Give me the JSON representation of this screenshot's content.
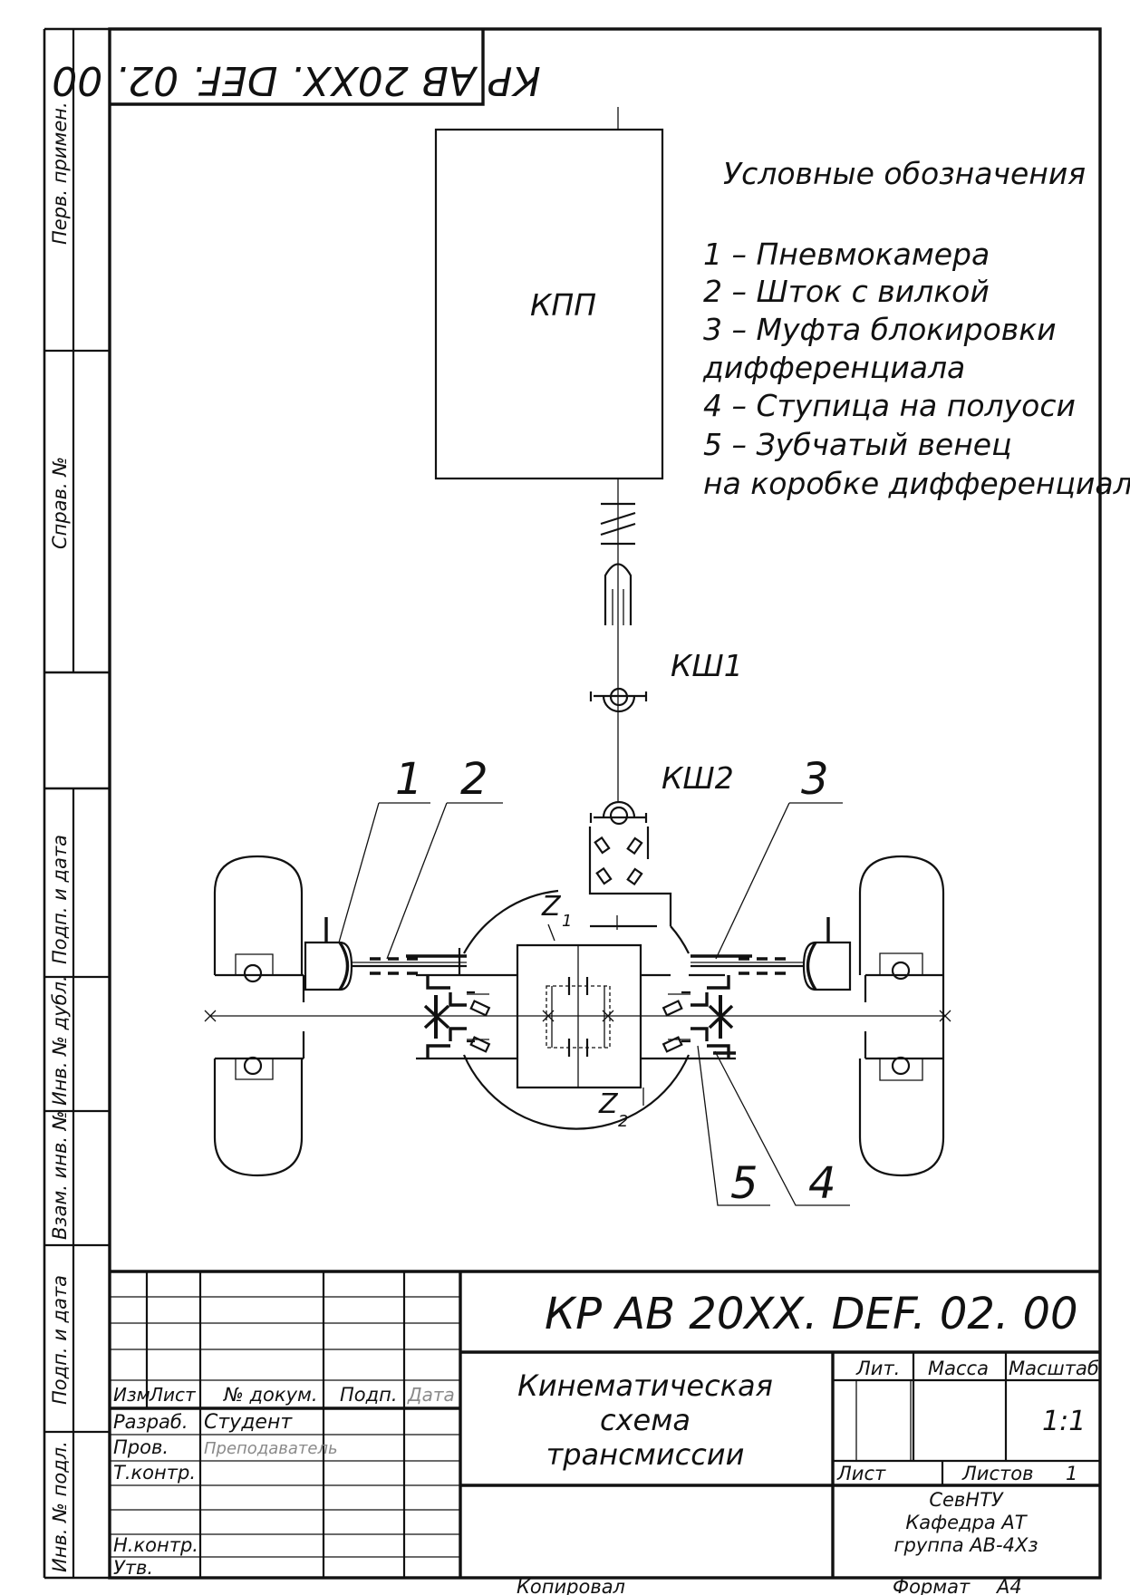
{
  "document": {
    "code": "КР АВ 20ХХ. DEF. 02. 00",
    "code_rotated": "КР АВ 20ХХ. DEF. 02. 00",
    "title_lines": [
      "Кинематическая",
      "схема",
      "трансмиссии"
    ]
  },
  "legend": {
    "heading": "Условные обозначения",
    "lines": [
      "1 – Пневмокамера",
      "2 – Шток с вилкой",
      "3 – Муфта блокировки",
      "дифференциала",
      "4 – Ступица на полуоси",
      "5 – Зубчатый венец",
      "на коробке дифференциала"
    ]
  },
  "diagram_labels": {
    "gearbox": "КПП",
    "joint_1": "КШ1",
    "joint_2": "КШ2",
    "callout_1": "1",
    "callout_2": "2",
    "callout_3": "3",
    "callout_4": "4",
    "callout_5": "5",
    "gear_z1": "Z",
    "gear_z1_sub": "1",
    "gear_z2": "Z",
    "gear_z2_sub": "2"
  },
  "side_stamp": {
    "perv_primen": "Перв. примен.",
    "sprav_no": "Справ. №",
    "podp_data_top": "Подп. и дата",
    "inv_dubl": "Инв. № дубл.",
    "vzam_inv": "Взам. инв. №",
    "podp_data_bottom": "Подп. и дата",
    "inv_podl": "Инв. № подл."
  },
  "title_block": {
    "izm": "Изм",
    "list": "Лист",
    "no_dokum": "№ докум.",
    "podp": "Подп.",
    "data": "Дата",
    "razrab": "Разраб.",
    "razrab_name": "Студент",
    "prov": "Пров.",
    "prov_name": "Преподаватель",
    "t_kontr": "Т.контр.",
    "n_kontr": "Н.контр.",
    "utv": "Утв.",
    "lit": "Лит.",
    "massa": "Масса",
    "masshtab": "Масштаб",
    "scale_value": "1:1",
    "sheet_label": "Лист",
    "sheets_label": "Листов",
    "sheets_value": "1",
    "org_line1": "СевНТУ",
    "org_line2": "Кафедра АТ",
    "org_line3": "группа АВ-4Хз"
  },
  "footer": {
    "kopiroval": "Копировал",
    "format_label": "Формат",
    "format_value": "А4"
  }
}
